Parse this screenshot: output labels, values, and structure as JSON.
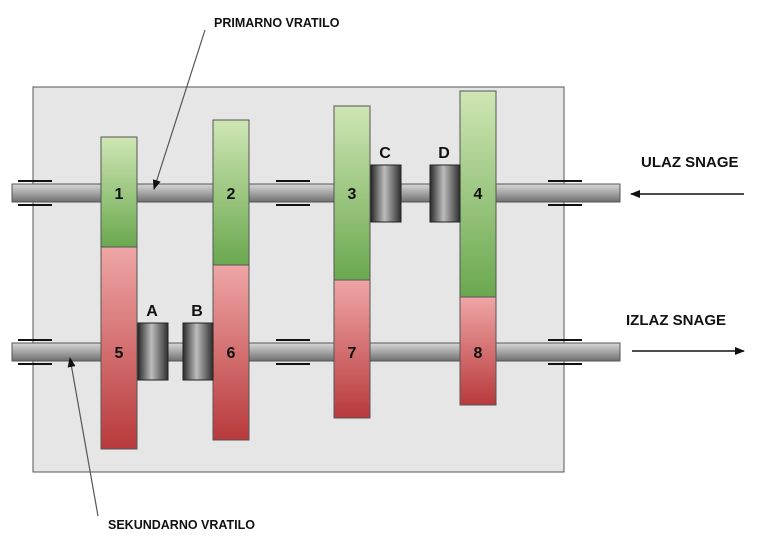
{
  "labels": {
    "primary_shaft": "PRIMARNO VRATILO",
    "secondary_shaft": "SEKUNDARNO VRATILO",
    "power_in": "ULAZ SNAGE",
    "power_out": "IZLAZ SNAGE"
  },
  "gears": {
    "g1": "1",
    "g2": "2",
    "g3": "3",
    "g4": "4",
    "g5": "5",
    "g6": "6",
    "g7": "7",
    "g8": "8"
  },
  "couplings": {
    "A": "A",
    "B": "B",
    "C": "C",
    "D": "D"
  },
  "colors": {
    "housing": "#e6e6e6",
    "gear_primary": "#8cc26a",
    "gear_secondary": "#d9676a",
    "shaft": "#9a9a9a",
    "coupling": "#4a4a4a"
  }
}
